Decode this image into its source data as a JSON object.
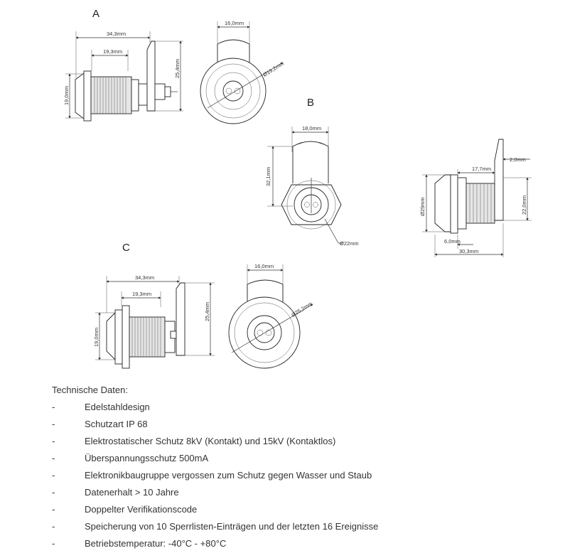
{
  "views": {
    "a": {
      "label": "A",
      "dims": {
        "overall_length": "34,3mm",
        "body_length": "19,3mm",
        "height": "25,4mm",
        "diameter_side": "19,0mm",
        "width_top": "16,0mm",
        "diameter_front": "Ø19,2mm"
      }
    },
    "b": {
      "label": "B",
      "dims": {
        "width_top": "18,0mm",
        "height": "32,1mm",
        "diameter_front": "Ø22mm",
        "tongue": "2,0mm",
        "thread": "17,7mm",
        "diameter_side": "Ø29mm",
        "cam_height": "22,0mm",
        "flange": "6,0mm",
        "overall_length": "30,3mm"
      }
    },
    "c": {
      "label": "C",
      "dims": {
        "overall_length": "34,3mm",
        "body_length": "19,3mm",
        "height": "25,4mm",
        "diameter_side": "19,0mm",
        "width_top": "16,0mm",
        "diameter_front": "Ø25,2mm"
      }
    }
  },
  "specs": {
    "heading": "Technische Daten:",
    "bullet": "-",
    "items": [
      "Edelstahldesign",
      "Schutzart IP 68",
      "Elektrostatischer Schutz 8kV (Kontakt) und 15kV (Kontaktlos)",
      "Überspannungsschutz 500mA",
      "Elektronikbaugruppe vergossen zum Schutz gegen Wasser und Staub",
      "Datenerhalt > 10 Jahre",
      "Doppelter Verifikationscode",
      "Speicherung von 10 Sperrlisten-Einträgen und der letzten 16 Ereignisse",
      "Betriebstemperatur: -40°C - +80°C"
    ]
  }
}
